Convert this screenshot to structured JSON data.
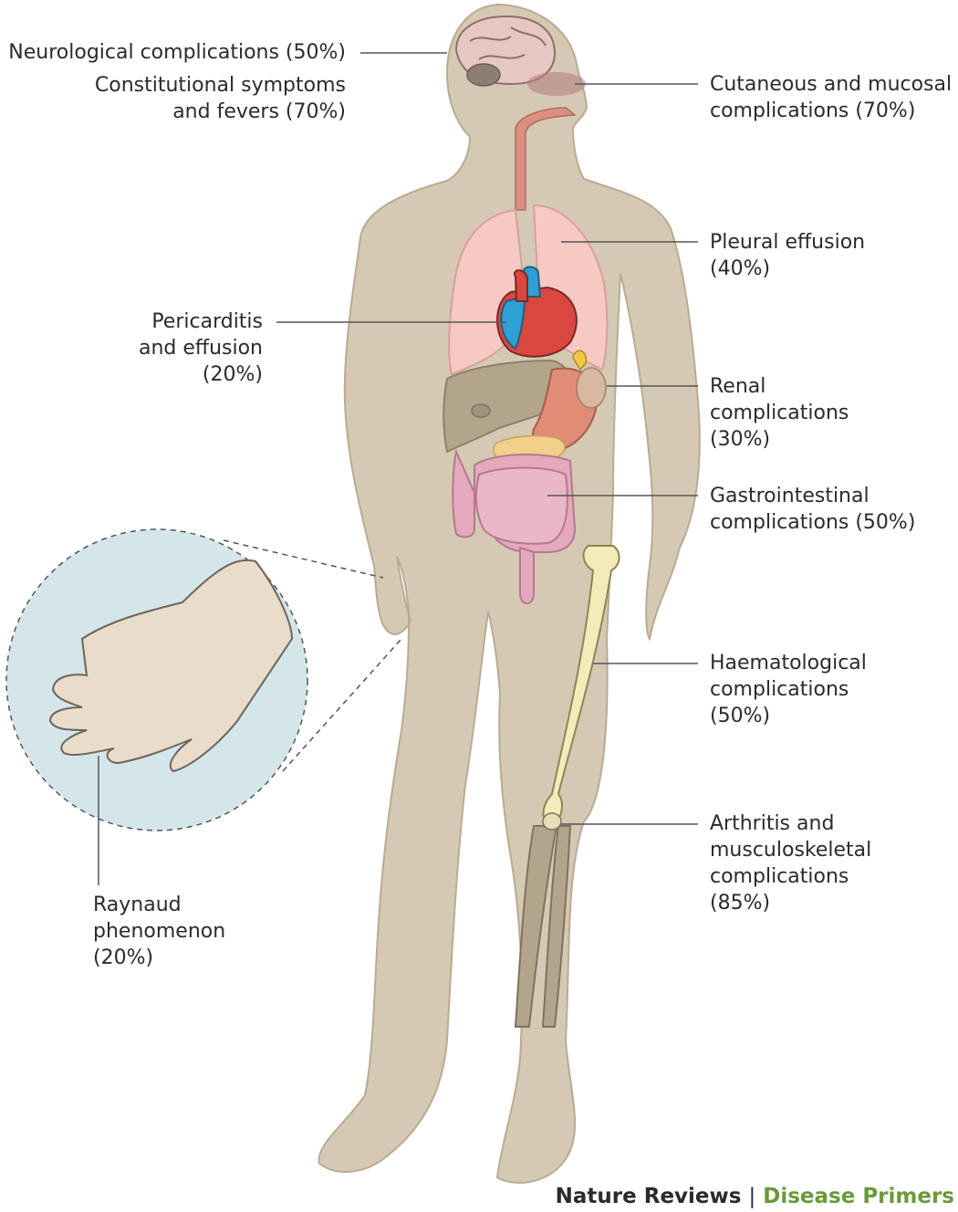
{
  "labels": {
    "neurological": {
      "line1": "Neurological complications (50%)"
    },
    "constitutional": {
      "line1": "Constitutional symptoms",
      "line2": "and fevers (70%)"
    },
    "cutaneous": {
      "line1": "Cutaneous and mucosal",
      "line2": "complications (70%)"
    },
    "pleural": {
      "line1": "Pleural effusion",
      "line2": "(40%)"
    },
    "pericarditis": {
      "line1": "Pericarditis",
      "line2": "and effusion",
      "line3": "(20%)"
    },
    "renal": {
      "line1": "Renal",
      "line2": "complications",
      "line3": "(30%)"
    },
    "gastro": {
      "line1": "Gastrointestinal",
      "line2": "complications (50%)"
    },
    "haemato": {
      "line1": "Haematological",
      "line2": "complications",
      "line3": "(50%)"
    },
    "arthritis": {
      "line1": "Arthritis and",
      "line2": "musculoskeletal",
      "line3": "complications",
      "line4": "(85%)"
    },
    "raynaud": {
      "line1": "Raynaud",
      "line2": "phenomenon",
      "line3": "(20%)"
    }
  },
  "brand": {
    "journal": "Nature Reviews",
    "separator": "|",
    "series": "Disease Primers"
  },
  "colors": {
    "body": "#d5c9b4",
    "body_outline": "#b9ab94",
    "lungs": "#f6c9c3",
    "heart_red": "#d9473e",
    "heart_blue": "#2f9fd4",
    "liver": "#b3a48c",
    "stomach": "#e08c77",
    "intestine": "#e5a9bd",
    "bone": "#f4ecb8",
    "inset": "#d4e6ea",
    "brand_green": "#6a9a3a"
  }
}
